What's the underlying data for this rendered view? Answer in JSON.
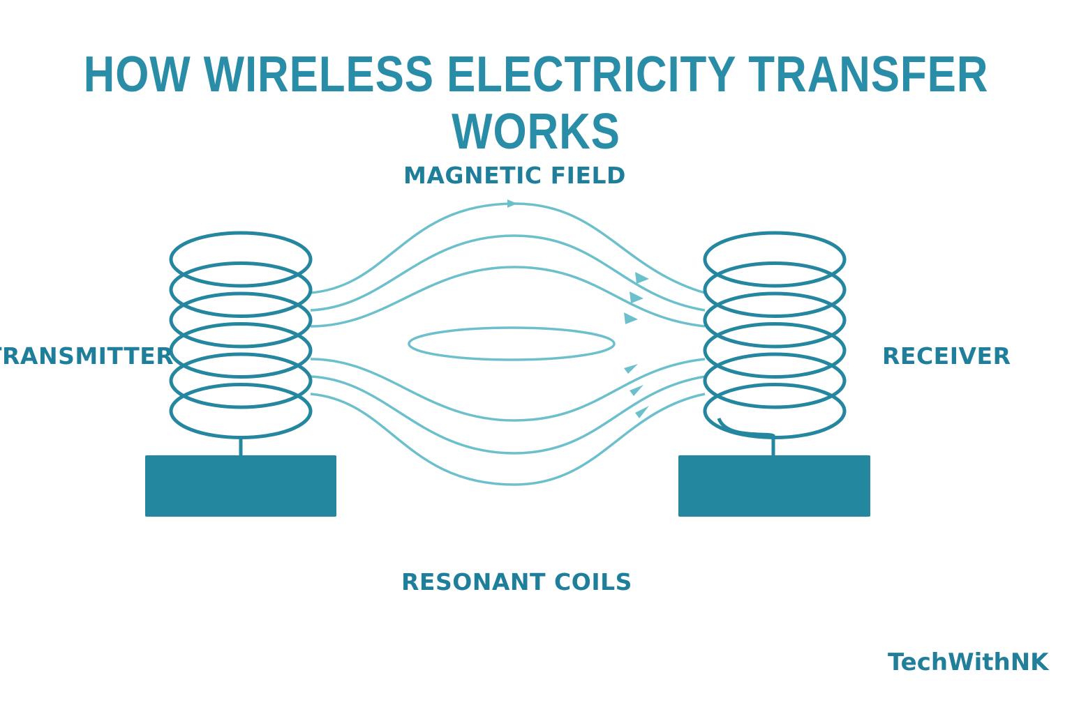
{
  "title": "HOW WIRELESS ELECTRICITY TRANSFER WORKS",
  "labels": {
    "magnetic_field": "MAGNETIC FIELD",
    "transmitter": "TRANSMITTER",
    "receiver": "RECEIVER",
    "resonant_coils": "RESONANT COILS"
  },
  "brand": "TechWithNK",
  "colors": {
    "title": "#2a8da8",
    "coil": "#25879f",
    "field_lines": "#6cc0cc",
    "base": "#23889f",
    "label": "#1f7f9b"
  },
  "coil_turns": 6
}
